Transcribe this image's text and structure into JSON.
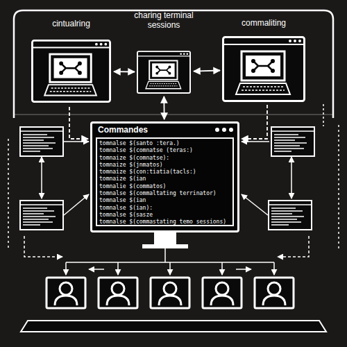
{
  "diagram": {
    "nodes": [
      {
        "text": [
          "cintualring"
        ]
      },
      {
        "text": [
          "charing terminal sessions"
        ]
      },
      {
        "text": [
          "commaliting"
        ]
      },
      {
        "text": [
          "Commandes",
          "tomnalse $(santo :tera.)",
          "tomnalse $(comnatse (teras:)",
          "tomnaize $(comnatse):",
          "tomnaize $(jnmatos)",
          "tomnaize $(con:tiatia(tacls:)",
          "tomnaize $(ian",
          "tomnalie $(commatos)",
          "tomnalse $(commaltating terrinator)",
          "tomnalse $(ian",
          "tomnalse $(ian):",
          "tomnalse $(sasze",
          "tomnalse $(commastating temo sessions)"
        ]
      }
    ],
    "edges": [
      {
        "from": 0,
        "to": 1,
        "arrow": "both"
      },
      {
        "from": 1,
        "to": 2,
        "arrow": "both"
      },
      {
        "from": 1,
        "to": 3,
        "arrow": "both"
      },
      {
        "from": 0,
        "to": 3,
        "arrow": "to"
      },
      {
        "from": 2,
        "to": 3,
        "arrow": "to"
      }
    ]
  }
}
